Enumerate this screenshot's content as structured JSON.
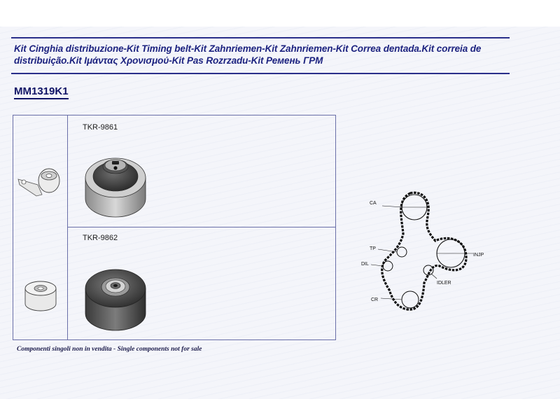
{
  "title": "Kit Cinghia distribuzione-Kit Timing belt-Kit Zahnriemen-Kit Zahnriemen-Kit Correa dentada.Kit correia de distribuição.Kit Ιμάντας Χρονισμού-Kit Pas Rozrzadu-Kit Ремень ГРМ",
  "kit_code": "MM1319K1",
  "parts": [
    {
      "code": "TKR-9861"
    },
    {
      "code": "TKR-9862"
    }
  ],
  "footnote": "Componenti singoli non in vendita - Single components not for sale",
  "diagram": {
    "labels": {
      "ca": "CA",
      "tp": "TP",
      "dil": "DIL",
      "inj": "INJP",
      "idler": "IDLER",
      "cr": "CR"
    }
  }
}
